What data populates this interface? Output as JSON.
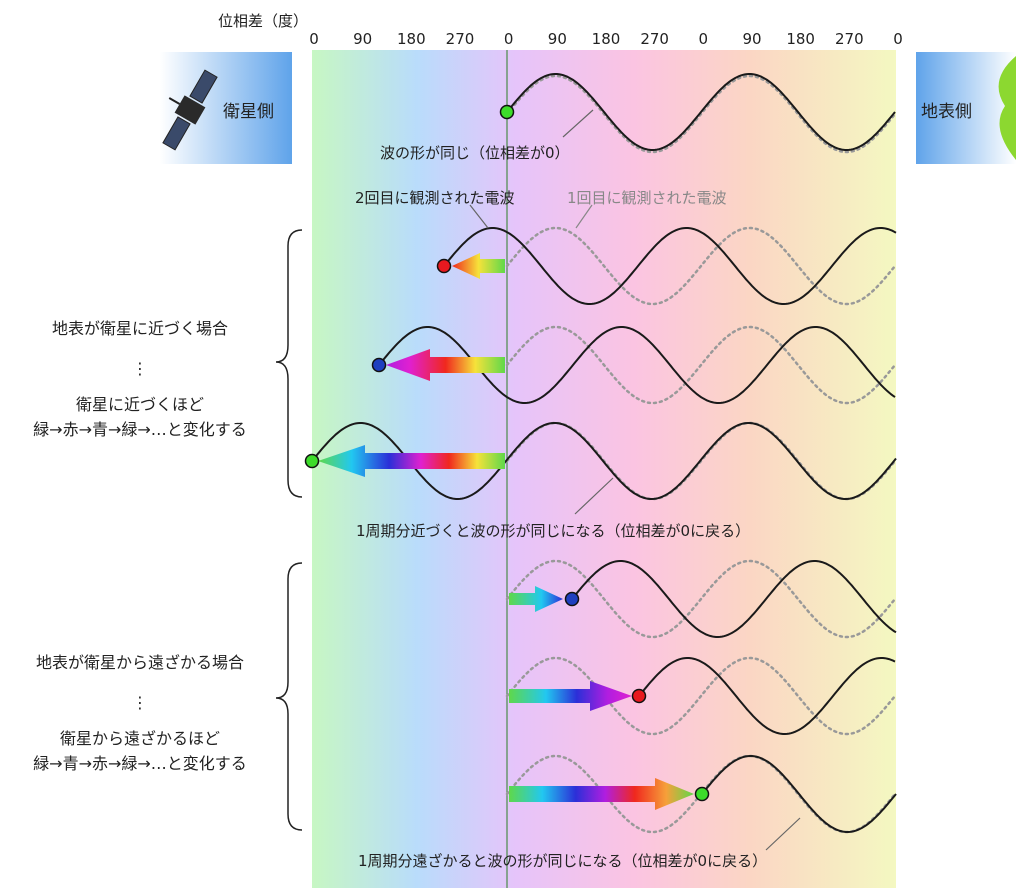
{
  "axis": {
    "title": "位相差（度）",
    "ticks": [
      "0",
      "90",
      "180",
      "270",
      "0",
      "90",
      "180",
      "270",
      "0",
      "90",
      "180",
      "270",
      "0"
    ]
  },
  "satellite_side": "衛星側",
  "ground_side": "地表側",
  "notes": {
    "same_shape": "波の形が同じ（位相差が0）",
    "second_obs": "2回目に観測された電波",
    "first_obs": "1回目に観測された電波",
    "approach_cycle": "1周期分近づくと波の形が同じになる（位相差が0に戻る）",
    "recede_cycle": "1周期分遠ざかると波の形が同じになる（位相差が0に戻る）"
  },
  "approach": {
    "line1": "地表が衛星に近づく場合",
    "dots": "⋮",
    "line2": "衛星に近づくほど",
    "line3": "緑→赤→青→緑→…と変化する"
  },
  "recede": {
    "line1": "地表が衛星から遠ざかる場合",
    "dots": "⋮",
    "line2": "衛星から遠ざかるほど",
    "line3": "緑→青→赤→緑→…と変化する"
  },
  "colors": {
    "red_marker": "#e8191f",
    "blue_marker": "#1f3fbf",
    "green_marker": "#3ddc2a",
    "wave": "#1a1a1a",
    "dotted_wave": "#999999",
    "side_box": "#5fa3ea"
  },
  "icons": [
    "satellite-icon",
    "ground-leaf-icon"
  ]
}
